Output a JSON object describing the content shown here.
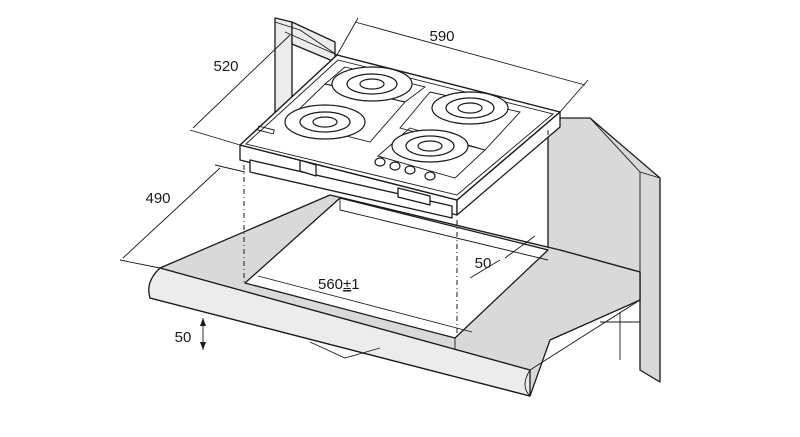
{
  "diagram": {
    "dimensions": {
      "width": "590",
      "depth": "520",
      "cutout_depth": "490",
      "cutout_width_value": "560",
      "cutout_width_pm": "±",
      "cutout_width_tol": "1",
      "rear_clearance": "50",
      "front_clearance": "50"
    },
    "hob": {
      "burner_count": 4,
      "knob_count": 4
    }
  }
}
